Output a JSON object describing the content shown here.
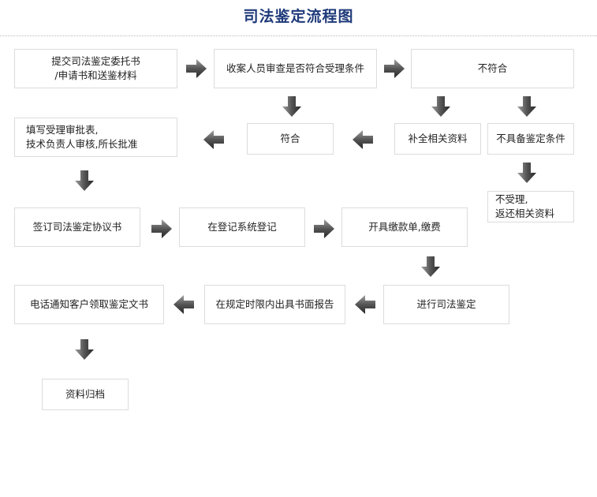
{
  "title": "司法鉴定流程图",
  "steps": {
    "submit": "提交司法鉴定委托书\n/申请书和送鉴材料",
    "review": "收案人员审查是否符合受理条件",
    "not_meet": "不符合",
    "supplement": "补全相关资料",
    "not_qualified": "不具备鉴定条件",
    "reject": "不受理,\n返还相关资料",
    "meet": "符合",
    "approval": "填写受理审批表,\n技术负责人审核,所长批准",
    "agreement": "签订司法鉴定协议书",
    "register": "在登记系统登记",
    "payment": "开具缴款单,缴费",
    "appraise": "进行司法鉴定",
    "report": "在规定时限内出具书面报告",
    "notify": "电话通知客户领取鉴定文书",
    "archive": "资料归档"
  },
  "colors": {
    "title": "#1f3a7a",
    "arrow_dark": "#3f3f3f",
    "arrow_light": "#9a9a9a",
    "border": "#dcdcdc"
  }
}
